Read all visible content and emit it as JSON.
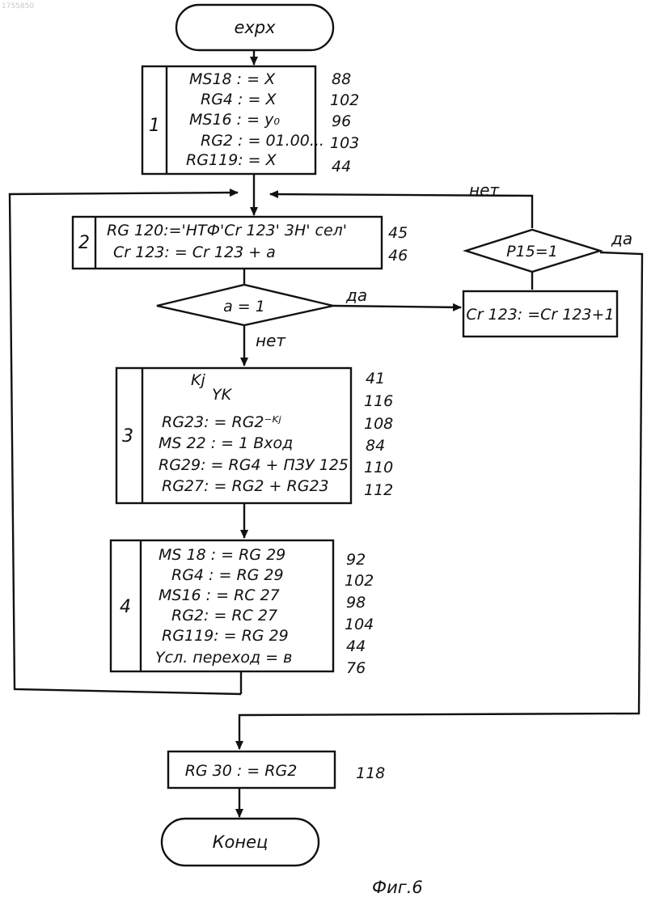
{
  "watermark": "1755850",
  "figure_caption": "Фиг.6",
  "start": {
    "label": "expx"
  },
  "end": {
    "label": "Конец"
  },
  "block1": {
    "number": "1",
    "lines": [
      "MS18 : = X",
      "RG4 : = X",
      "MS16 : = y₀",
      "RG2 : = 01.00...",
      "RG119: = X"
    ],
    "refs": [
      "88",
      "102",
      "96",
      "103",
      "44"
    ]
  },
  "block2": {
    "number": "2",
    "lines": [
      "RG 120:='HTФ'Cr 123' 3H' cел'",
      "Cr 123: = Cr 123 + a"
    ],
    "refs": [
      "45",
      "46"
    ]
  },
  "decision_a": {
    "condition": "a = 1",
    "yes_label": "да",
    "no_label": "нет"
  },
  "decision_p15": {
    "condition": "P15=1",
    "yes_label": "да",
    "no_label": "нет"
  },
  "increment_box": {
    "text": "Cr 123: =Cr 123+1"
  },
  "block3": {
    "number": "3",
    "lines": [
      "Kj",
      "YK",
      "RG23: = RG2⁻ᴷʲ",
      "MS 22 : = 1 Bxoд",
      "RG29: = RG4 + ПЗУ 125",
      "RG27: = RG2 + RG23"
    ],
    "refs": [
      "41",
      "116",
      "108",
      "84",
      "110",
      "112"
    ]
  },
  "block4": {
    "number": "4",
    "lines": [
      "MS 18 : = RG 29",
      "RG4 : = RG 29",
      "MS16 : = RC 27",
      "RG2: = RC 27",
      "RG119: = RG 29",
      "Ycл. переход = в"
    ],
    "refs": [
      "92",
      "102",
      "98",
      "104",
      "44",
      "76"
    ]
  },
  "final_box": {
    "text": "RG 30 : = RG2",
    "ref": "118"
  }
}
